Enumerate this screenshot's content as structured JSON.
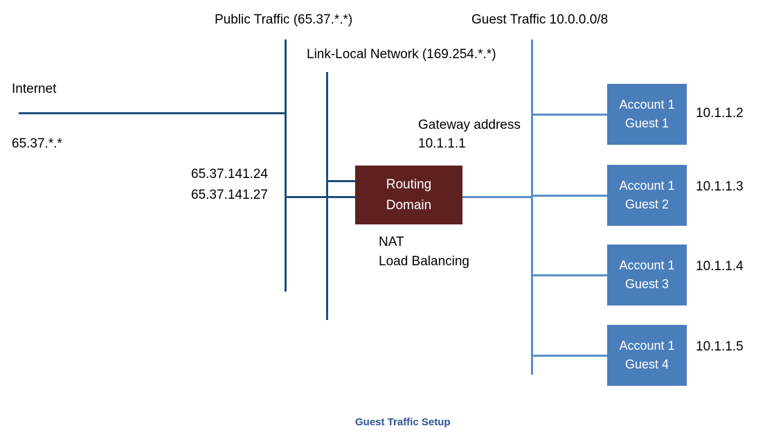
{
  "diagram": {
    "caption": "Guest Traffic Setup",
    "colors": {
      "guest_box": "#4A7EBB",
      "routing_box": "#5F2120",
      "trunk_line": "#1F4E79",
      "branch_line": "#5B8FC9",
      "caption_text": "#2E5395",
      "background": "#FFFFFF"
    },
    "labels": {
      "public_traffic": "Public Traffic (65.37.*.*)",
      "link_local": "Link-Local Network (169.254.*.*)",
      "guest_traffic": "Guest Traffic 10.0.0.0/8",
      "internet": "Internet",
      "internet_range": "65.37.*.*",
      "router_ip_link_local": "65.37.141.24",
      "router_ip_public": "65.37.141.27",
      "gateway_title": "Gateway address",
      "gateway_ip": "10.1.1.1",
      "router_func_1": "NAT",
      "router_func_2": "Load Balancing"
    },
    "routing_domain": {
      "line1": "Routing",
      "line2": "Domain"
    },
    "guests": [
      {
        "account": "Account 1",
        "guest": "Guest 1",
        "ip": "10.1.1.2"
      },
      {
        "account": "Account 1",
        "guest": "Guest 2",
        "ip": "10.1.1.3"
      },
      {
        "account": "Account 1",
        "guest": "Guest 3",
        "ip": "10.1.1.4"
      },
      {
        "account": "Account 1",
        "guest": "Guest 4",
        "ip": "10.1.1.5"
      }
    ]
  }
}
